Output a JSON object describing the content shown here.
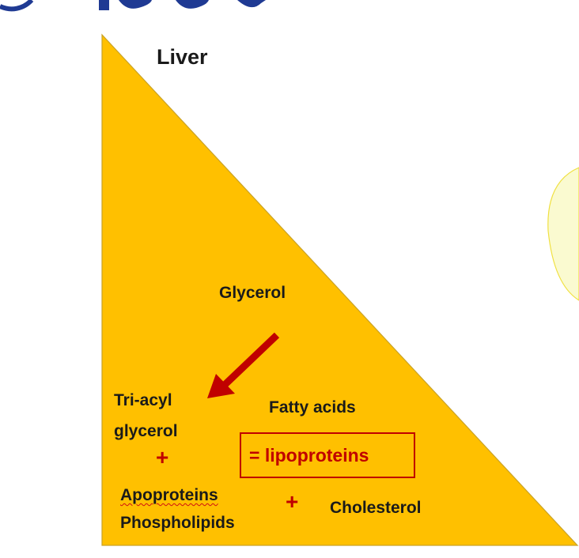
{
  "colors": {
    "triangle_fill": "#ffc000",
    "triangle_stroke": "#c9a227",
    "arrow": "#c00000",
    "accent_text": "#c00000",
    "blob_fill": "#fafad0",
    "blob_stroke": "#f0e040",
    "header_shape": "#1f3a93"
  },
  "labels": {
    "liver": "Liver",
    "glycerol": "Glycerol",
    "triacyl_line1": "Tri-acyl",
    "triacyl_line2": "glycerol",
    "fatty_acids": "Fatty acids",
    "plus_left": "+",
    "lipoproteins": "= lipoproteins",
    "apoproteins": "Apoproteins",
    "phospholipids": "Phospholipids",
    "plus_middle": "+",
    "cholesterol": "Cholesterol"
  }
}
